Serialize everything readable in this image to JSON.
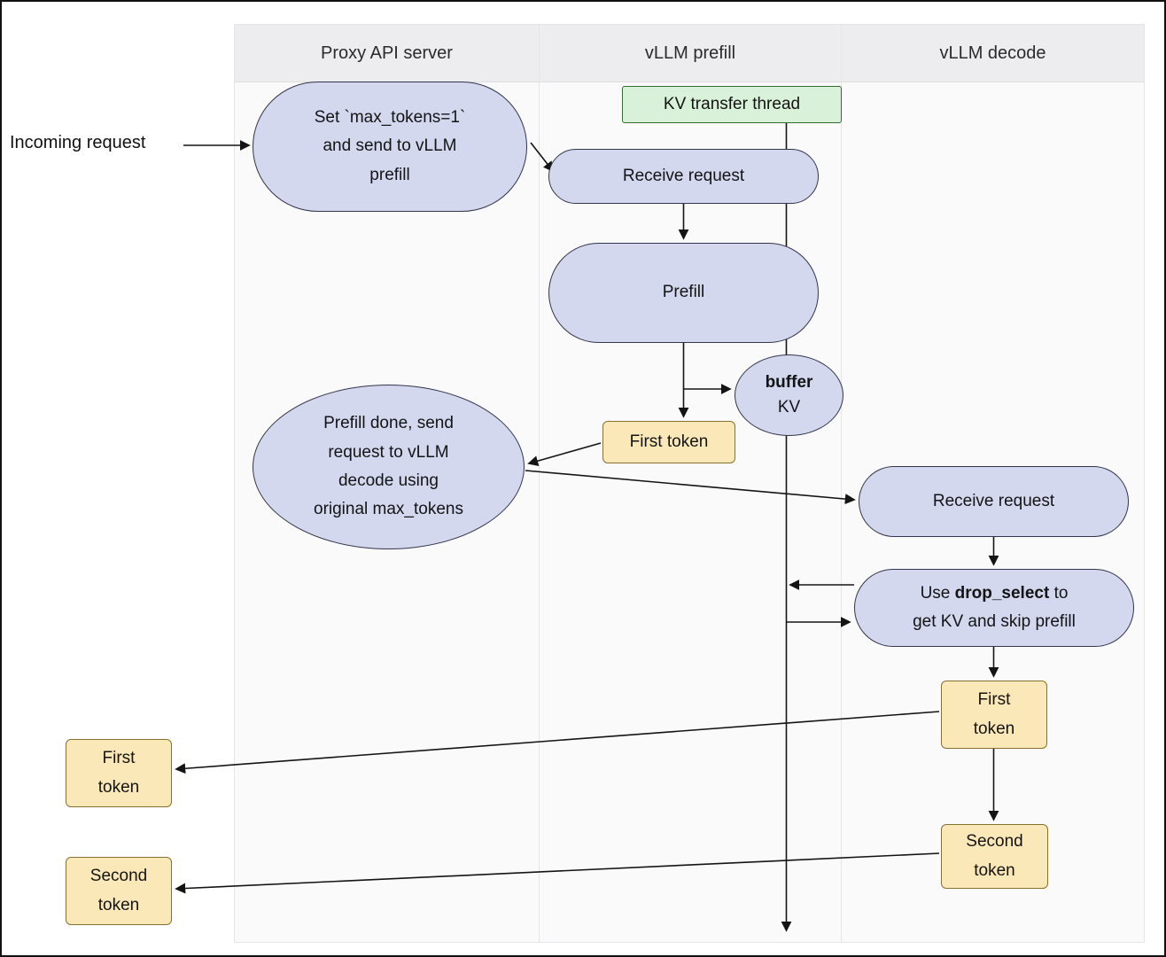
{
  "colors": {
    "lavender_fill": "#d3d8ef",
    "lavender_border": "#34344a",
    "yellow_fill": "#fbe8b8",
    "yellow_border": "#86712f",
    "green_fill": "#d8f1d8",
    "green_border": "#356b35",
    "lane_header_bg": "#ededf0",
    "lane_body_bg": "#fafafb",
    "arrow": "#141414"
  },
  "lanes": [
    {
      "label": "Proxy API server"
    },
    {
      "label": "vLLM prefill"
    },
    {
      "label": "vLLM decode"
    }
  ],
  "labels": {
    "incoming_request": "Incoming request"
  },
  "nodes": {
    "set_max_tokens": {
      "text": "Set `max_tokens=1`\nand send to vLLM\nprefill"
    },
    "kv_transfer_thread": {
      "label": "KV transfer thread"
    },
    "receive_request_prefill": {
      "label": "Receive request"
    },
    "prefill": {
      "label": "Prefill"
    },
    "buffer_kv": {
      "bold": "buffer",
      "rest": "KV"
    },
    "first_token_prefill": {
      "label": "First token"
    },
    "prefill_done": {
      "text": "Prefill done, send\nrequest to vLLM\ndecode using\noriginal max_tokens"
    },
    "receive_request_decode": {
      "label": "Receive request"
    },
    "drop_select": {
      "pre": "Use ",
      "bold": "drop_select",
      "post": " to",
      "line2": "get KV and skip prefill"
    },
    "first_token_decode": {
      "text": "First\ntoken"
    },
    "second_token_decode": {
      "text": "Second\ntoken"
    },
    "first_token_out": {
      "text": "First\ntoken"
    },
    "second_token_out": {
      "text": "Second\ntoken"
    }
  }
}
